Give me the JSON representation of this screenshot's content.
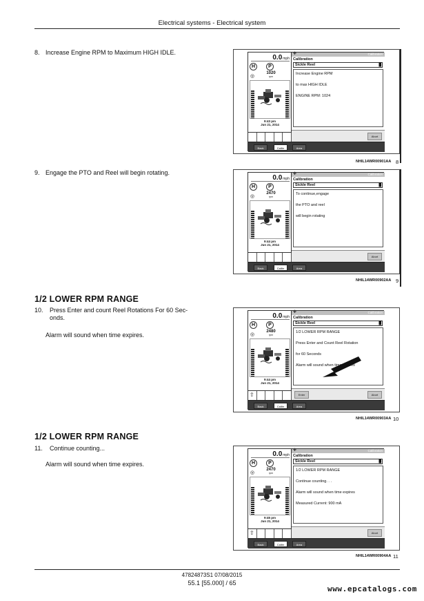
{
  "header": {
    "title": "Electrical systems - Electrical system"
  },
  "common": {
    "speed_value": "0.0",
    "speed_unit": "mph",
    "rpm_unit": "rpm",
    "screen_title": "Calibration",
    "calib_heading": "Calibration",
    "select_value": "Sickle Reel",
    "abort_label": "Abort",
    "enter_label": "Enter",
    "tab_back": "Back",
    "tab_calibr": "Calibr",
    "tab_area": "Area",
    "date": "Jun 21, 2014",
    "icon_h": "H",
    "icon_p": "P"
  },
  "steps": [
    {
      "num": "8.",
      "text": "Increase Engine RPM to Maximum HIGH IDLE.",
      "rpm": "1020",
      "time": "9:43 pm",
      "lines": [
        "Increase Engine RPM",
        "to max HIGH IDLE",
        "ENGINE RPM: 1024"
      ],
      "caption": "NHIL14WR00901AA",
      "fig": "8"
    },
    {
      "num": "9.",
      "text": "Engage the PTO and Reel will begin rotating.",
      "rpm": "2470",
      "time": "9:44 pm",
      "lines": [
        "To continue,engage",
        "the PTO and reel",
        "will begin rotating"
      ],
      "caption": "NHIL14WR00902AA",
      "fig": "9"
    },
    {
      "heading": "1/2 LOWER RPM RANGE",
      "num": "10.",
      "text": "Press Enter and count Reel Rotations For 60 Seconds.",
      "text_line1": "Press Enter and count Reel Rotations For 60 Sec-",
      "text_line2": "onds.",
      "note": "Alarm will sound when time expires.",
      "rpm": "2480",
      "time": "9:44 pm",
      "lines": [
        "1/2 LOWER RPM RANGE",
        "Press Enter and Count Reel Rotation",
        "for 60 Seconds",
        "Alarm will sound when time expires"
      ],
      "caption": "NHIL14WR00903AA",
      "fig": "10"
    },
    {
      "heading": "1/2 LOWER RPM RANGE",
      "num": "11.",
      "text": "Continue counting...",
      "note": "Alarm will sound when time expires.",
      "rpm": "2470",
      "time": "9:45 pm",
      "lines": [
        "1/2 LOWER RPM RANGE",
        "Continue counting. . .",
        "Alarm will sound when time expires",
        "Measured Current: 900 mA"
      ],
      "caption": "NHIL14WR00904AA",
      "fig": "11"
    }
  ],
  "footer": {
    "code": "47824873S1 07/08/2015",
    "page": "55.1 [55.000] / 65",
    "site": "www.epcatalogs.com"
  }
}
